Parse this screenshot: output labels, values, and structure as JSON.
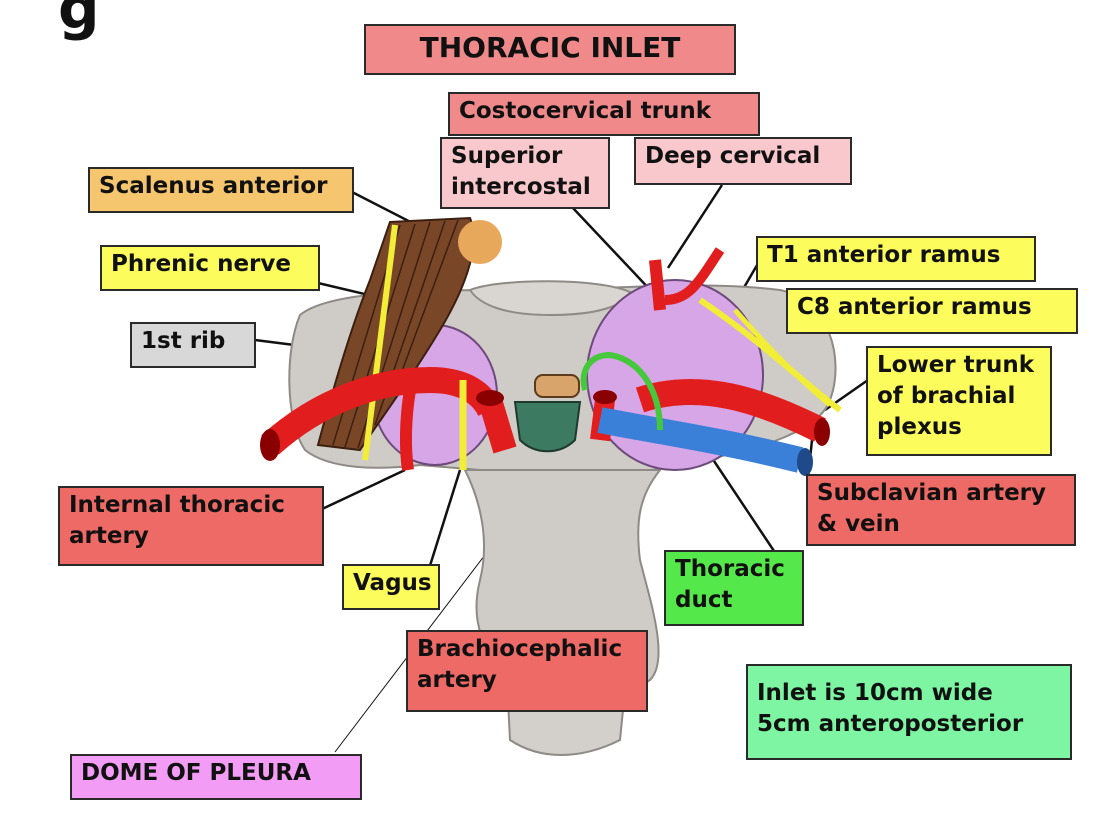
{
  "top_fragment": "g",
  "title": "THORACIC INLET",
  "labels": {
    "costocervical": "Costocervical trunk",
    "superior_intercostal": "Superior\nintercostal",
    "deep_cervical": "Deep cervical",
    "scalenus": "Scalenus anterior",
    "phrenic": "Phrenic nerve",
    "first_rib": "1st rib",
    "t1": "T1 anterior ramus",
    "c8": "C8 anterior ramus",
    "lower_trunk": "Lower trunk\nof brachial\nplexus",
    "subclavian": "Subclavian artery\n& vein",
    "internal_thoracic": "Internal thoracic\nartery",
    "vagus": "Vagus",
    "thoracic_duct": "Thoracic\nduct",
    "brachiocephalic": "Brachiocephalic\nartery",
    "note": "Inlet is 10cm wide\n5cm anteroposterior",
    "dome": "DOME OF PLEURA"
  },
  "colors": {
    "bone": "#cfcbc7",
    "pleura": "#d7a6e6",
    "artery": "#e21d1d",
    "vein": "#3a7fd8",
    "nerve": "#f2ee37",
    "muscle": "#7a4628",
    "duct": "#46c83c",
    "esophagus": "#3d7a62",
    "trachea": "#d9a46b"
  }
}
